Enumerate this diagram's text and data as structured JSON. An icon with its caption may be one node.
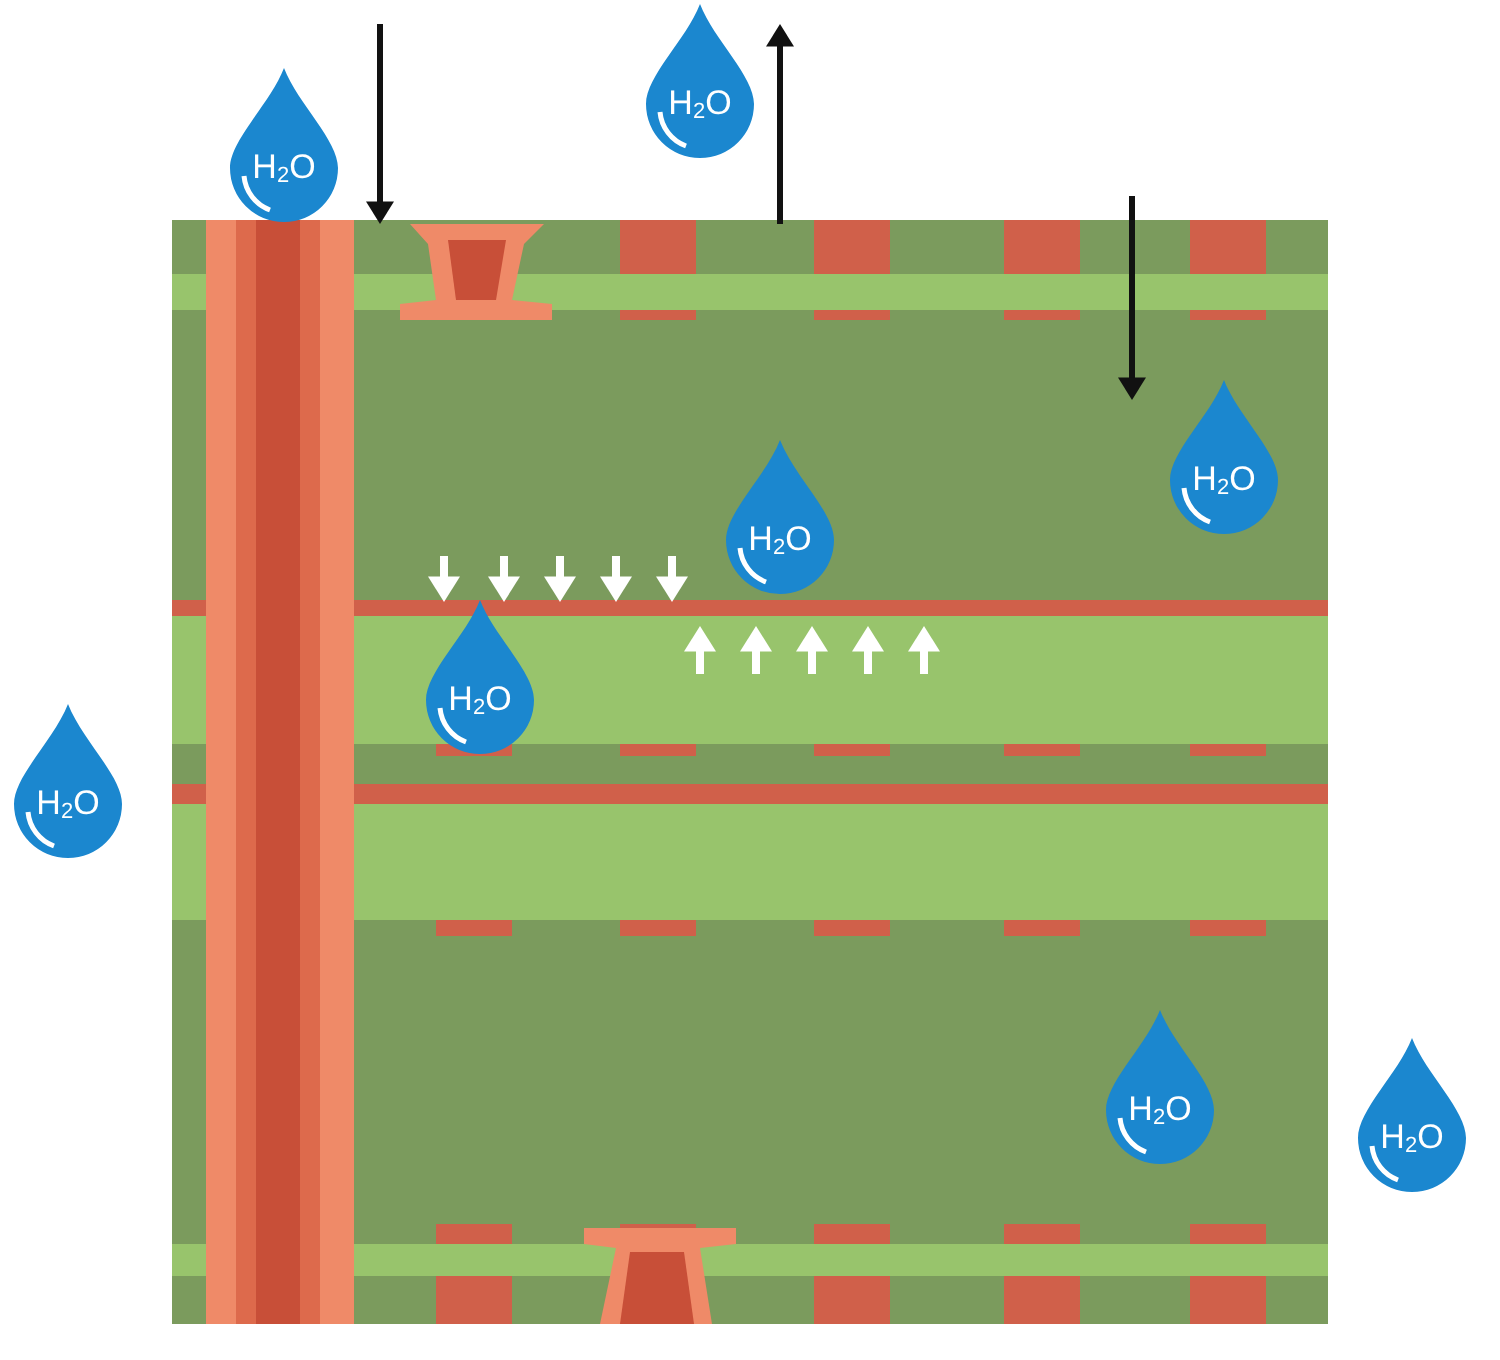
{
  "diagram": {
    "nodes": [
      {
        "text": [
          "H$_{2}$O"
        ]
      },
      {
        "text": [
          "H$_{2}$O"
        ]
      },
      {
        "text": [
          "H$_{2}$O"
        ]
      },
      {
        "text": [
          "H$_{2}$O"
        ]
      },
      {
        "text": [
          "H$_{2}$O"
        ]
      },
      {
        "text": [
          "H$_{2}$O"
        ]
      },
      {
        "text": [
          "H$_{2}$O"
        ]
      },
      {
        "text": [
          "H$_{2}$O"
        ]
      }
    ]
  }
}
